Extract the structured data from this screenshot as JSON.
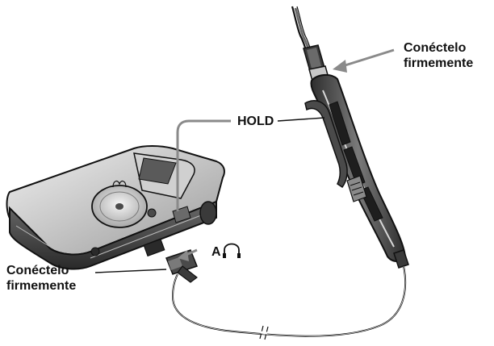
{
  "labels": {
    "top_connect": [
      "Conéctelo",
      "firmemente"
    ],
    "hold": "HOLD",
    "headphone_jack": "A",
    "bottom_connect": [
      "Conéctelo",
      "firmemente"
    ]
  },
  "icons": {
    "headphone": "headphone-icon"
  },
  "colors": {
    "line": "#111111",
    "callout_gray": "#8a8a8a",
    "body_dark": "#3a3a3a",
    "body_mid": "#8c8c8c",
    "body_light": "#d9d9d9"
  }
}
